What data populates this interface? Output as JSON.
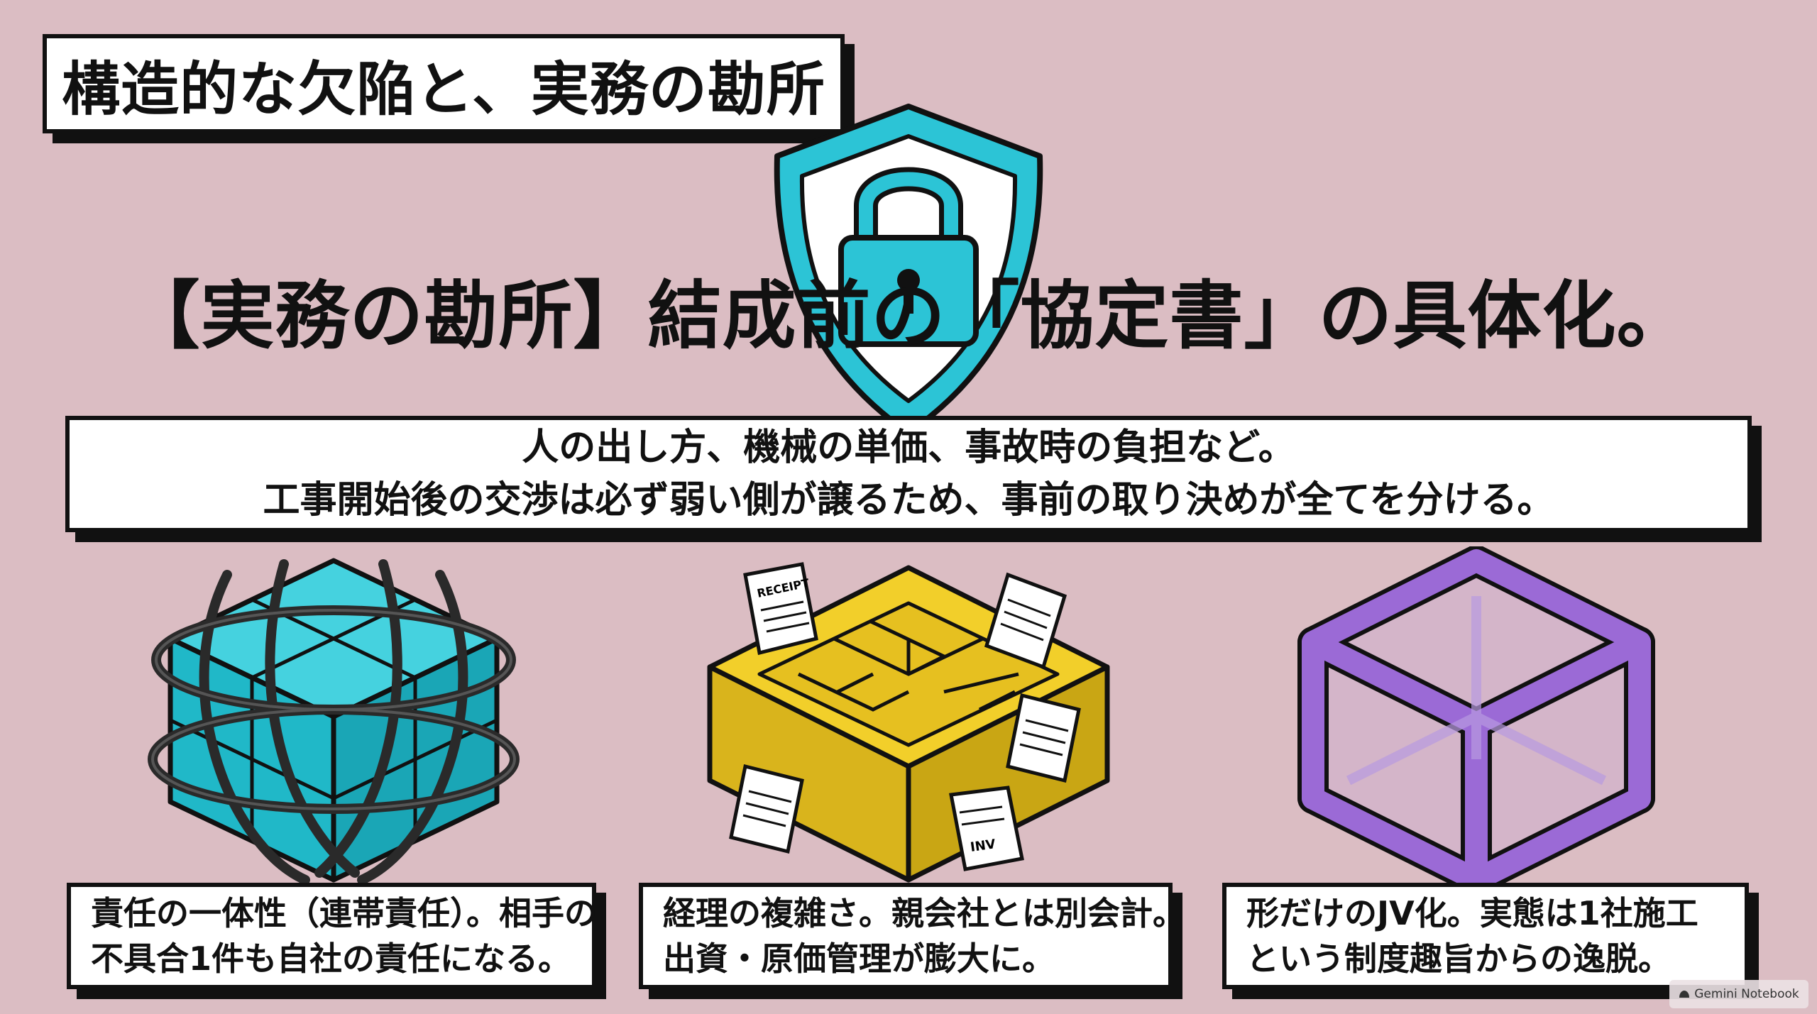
{
  "title": "構造的な欠陥と、実務の勘所",
  "headline": "【実務の勘所】結成前の「協定書」の具体化。",
  "description": {
    "line1": "人の出し方、機械の単価、事故時の負担など。",
    "line2": "工事開始後の交渉は必ず弱い側が譲るため、事前の取り決めが全てを分ける。"
  },
  "cards": [
    {
      "line1": "責任の一体性（連帯責任）。相手の",
      "line2": "不具合1件も自社の責任になる。"
    },
    {
      "line1": "経理の複雑さ。親会社とは別会計。",
      "line2": "出資・原価管理が膨大に。"
    },
    {
      "line1": "形だけのJV化。実態は1社施工",
      "line2": "という制度趣旨からの逸脱。"
    }
  ],
  "illustration_labels": {
    "receipt": "RECEIPT",
    "invoice": "INV"
  },
  "watermark": "Gemini Notebook",
  "colors": {
    "background": "#dbbdc3",
    "shield": "#2cc4d6",
    "cube": "#20b8c8",
    "maze": "#f2cf2a",
    "frame": "#9b6ad6"
  },
  "icons": [
    "shield-lock-icon",
    "tied-cube-icon",
    "maze-receipts-icon",
    "frame-cube-icon"
  ]
}
